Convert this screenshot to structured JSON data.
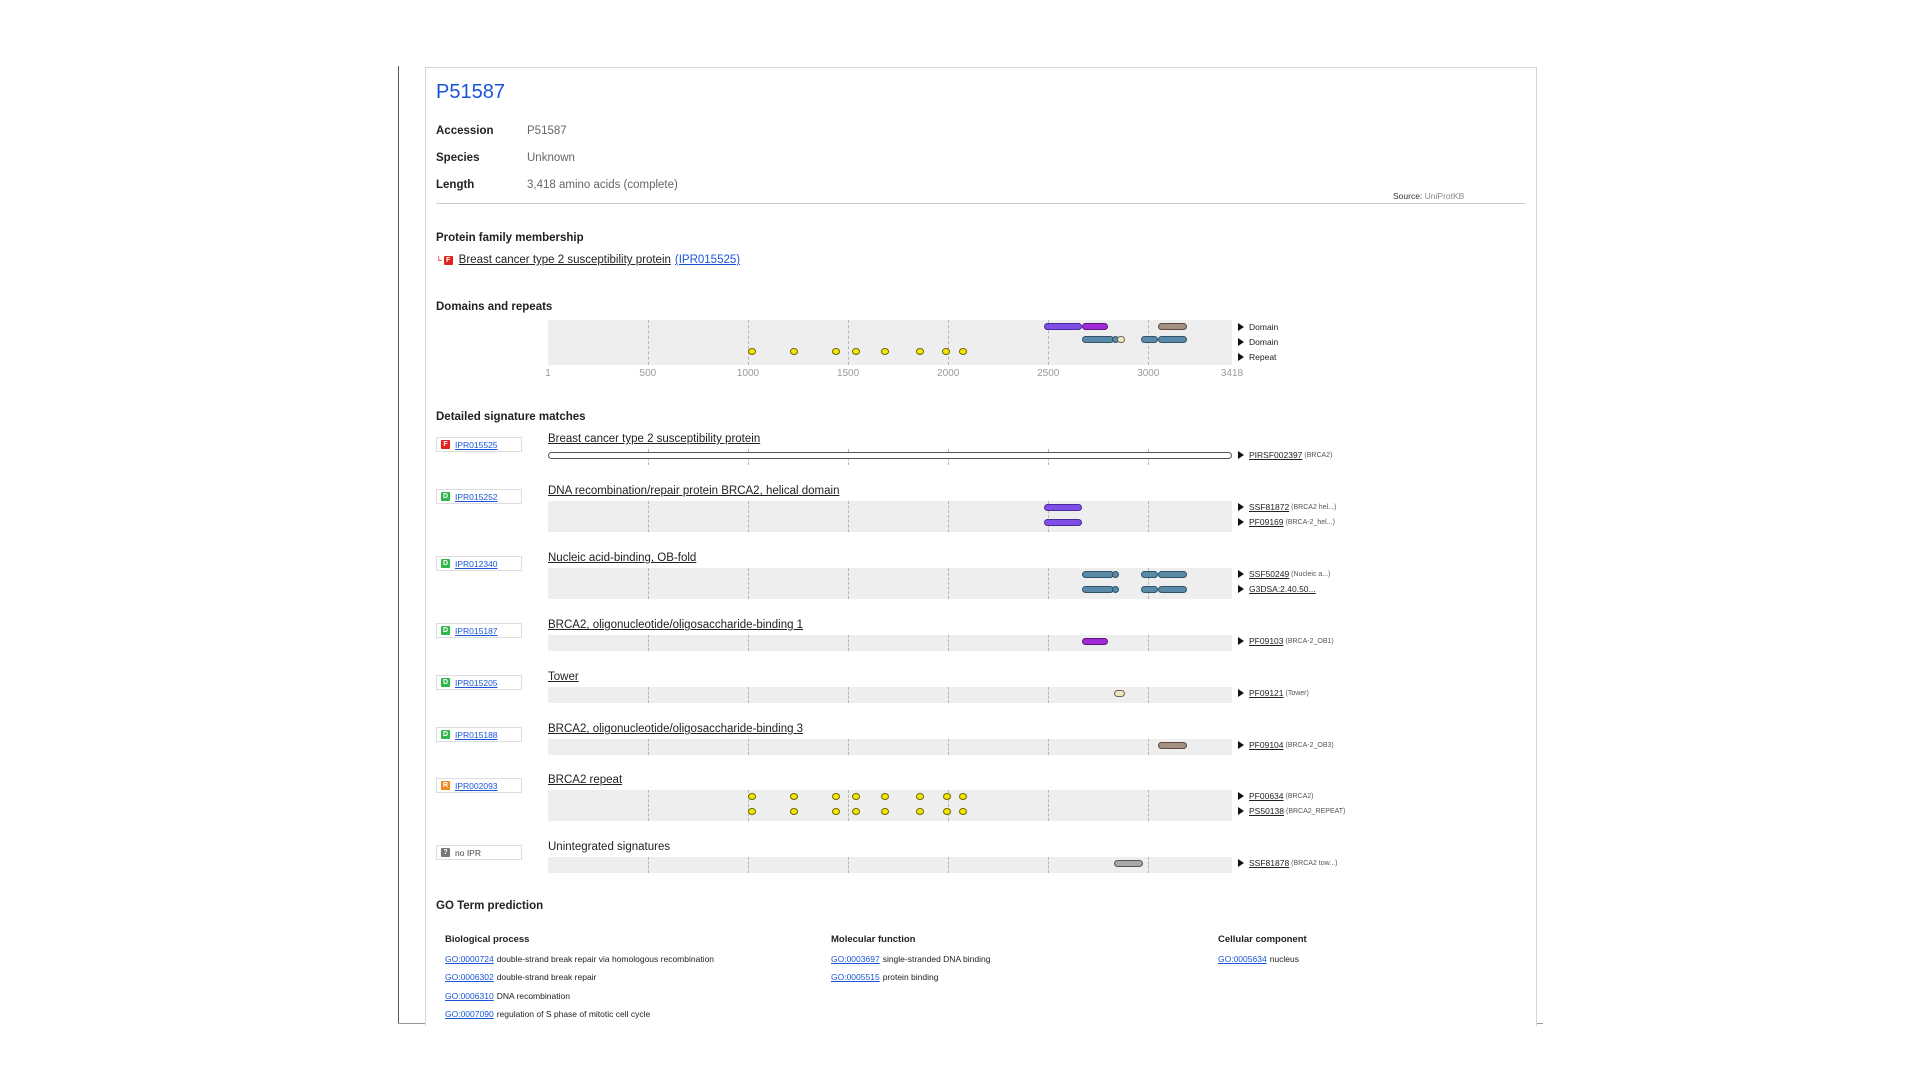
{
  "protein": {
    "title": "P51587",
    "accession_label": "Accession",
    "accession": "P51587",
    "species_label": "Species",
    "species": "Unknown",
    "length_label": "Length",
    "length": "3,418 amino acids (complete)",
    "source_label": "Source:",
    "source": "UniProtKB"
  },
  "family": {
    "heading": "Protein family membership",
    "badge": "F",
    "name": "Breast cancer type 2 susceptibility protein",
    "ipr": "(IPR015525)"
  },
  "domains": {
    "heading": "Domains and repeats",
    "labels": [
      "Domain",
      "Domain",
      "Repeat"
    ],
    "axis_ticks": [
      "1",
      "500",
      "1000",
      "1500",
      "2000",
      "2500",
      "3000",
      "3418"
    ],
    "length": 3418
  },
  "signatures_heading": "Detailed signature matches",
  "signatures": [
    {
      "badge": "F",
      "kind": "fam",
      "ipr": "IPR015525",
      "title": "Breast cancer type 2 susceptibility protein",
      "matches": [
        {
          "id": "PIRSF002397",
          "desc": "(BRCA2)"
        }
      ]
    },
    {
      "badge": "D",
      "kind": "dom",
      "ipr": "IPR015252",
      "title": "DNA recombination/repair protein BRCA2, helical domain",
      "matches": [
        {
          "id": "SSF81872",
          "desc": "(BRCA2 hel...)"
        },
        {
          "id": "PF09169",
          "desc": "(BRCA-2_hel...)"
        }
      ]
    },
    {
      "badge": "D",
      "kind": "dom",
      "ipr": "IPR012340",
      "title": "Nucleic acid-binding, OB-fold",
      "matches": [
        {
          "id": "SSF50249",
          "desc": "(Nucleic a...)"
        },
        {
          "id": "G3DSA:2.40.50...",
          "desc": ""
        }
      ]
    },
    {
      "badge": "D",
      "kind": "dom",
      "ipr": "IPR015187",
      "title": "BRCA2, oligonucleotide/oligosaccharide-binding 1",
      "matches": [
        {
          "id": "PF09103",
          "desc": "(BRCA-2_OB1)"
        }
      ]
    },
    {
      "badge": "D",
      "kind": "dom",
      "ipr": "IPR015205",
      "title": "Tower",
      "matches": [
        {
          "id": "PF09121",
          "desc": "(Tower)"
        }
      ]
    },
    {
      "badge": "D",
      "kind": "dom",
      "ipr": "IPR015188",
      "title": "BRCA2, oligonucleotide/oligosaccharide-binding 3",
      "matches": [
        {
          "id": "PF09104",
          "desc": "(BRCA-2_OB3)"
        }
      ]
    },
    {
      "badge": "R",
      "kind": "rep",
      "ipr": "IPR002093",
      "title": "BRCA2 repeat",
      "matches": [
        {
          "id": "PF00634",
          "desc": "(BRCA2)"
        },
        {
          "id": "PS50138",
          "desc": "(BRCA2_REPEAT)"
        }
      ]
    },
    {
      "badge": "?",
      "kind": "none",
      "ipr": "no IPR",
      "title": "Unintegrated signatures",
      "matches": [
        {
          "id": "SSF81878",
          "desc": "(BRCA2 tow...)"
        }
      ]
    }
  ],
  "go": {
    "heading": "GO Term prediction",
    "bp_heading": "Biological process",
    "bp": [
      {
        "id": "GO:0000724",
        "text": "double-strand break repair via homologous recombination"
      },
      {
        "id": "GO:0006302",
        "text": "double-strand break repair"
      },
      {
        "id": "GO:0006310",
        "text": "DNA recombination"
      },
      {
        "id": "GO:0007090",
        "text": "regulation of S phase of mitotic cell cycle"
      }
    ],
    "mf_heading": "Molecular function",
    "mf": [
      {
        "id": "GO:0003697",
        "text": "single-stranded DNA binding"
      },
      {
        "id": "GO:0005515",
        "text": "protein binding"
      }
    ],
    "cc_heading": "Cellular component",
    "cc": [
      {
        "id": "GO:0005634",
        "text": "nucleus"
      }
    ]
  }
}
